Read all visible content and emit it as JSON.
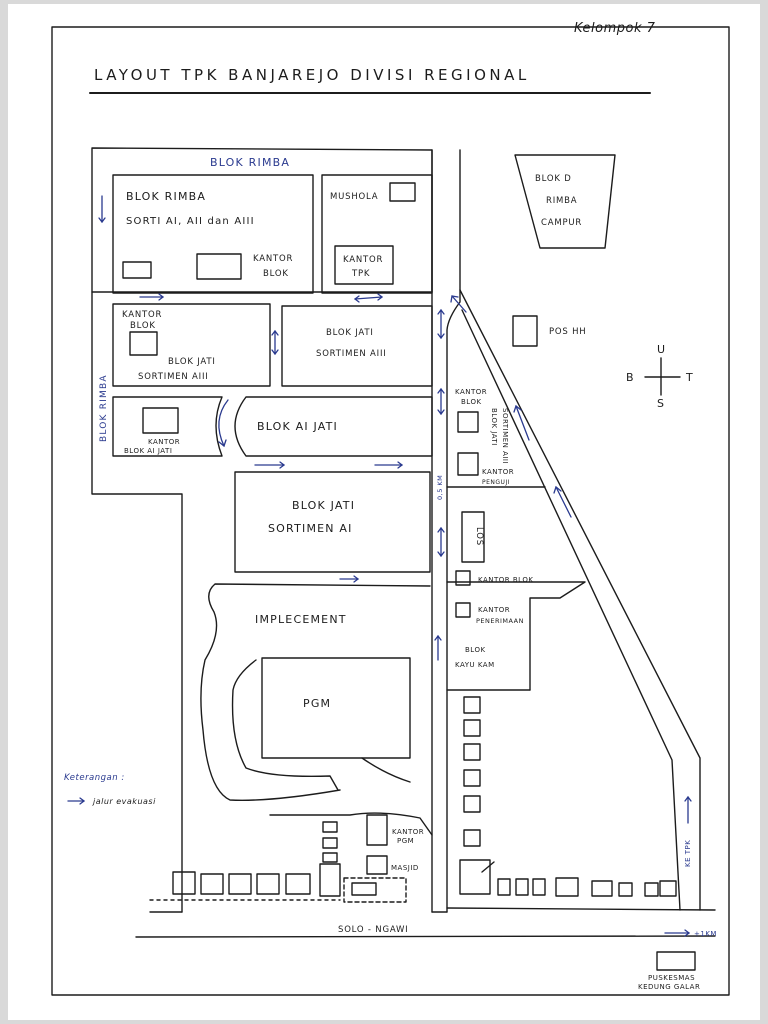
{
  "header": {
    "group": "Kelompok 7",
    "title": "LAYOUT TPK BANJAREJO DIVISI REGIONAL"
  },
  "labels": {
    "blok_rimba_top": "BLOK RIMBA",
    "blok_rimba_side": "BLOK RIMBA",
    "blok_rimba_sorti_1": "BLOK RIMBA",
    "blok_rimba_sorti_2": "SORTI AI, AII dan AIII",
    "kantor_blok_1": "KANTOR",
    "kantor_blok_2": "BLOK",
    "mushola": "MUSHOLA",
    "kantor_tpk_1": "KANTOR",
    "kantor_tpk_2": "TPK",
    "blok_d_1": "BLOK D",
    "blok_d_2": "RIMBA",
    "blok_d_3": "CAMPUR",
    "pos_hh": "POS HH",
    "kantor_blok_left_1": "KANTOR",
    "kantor_blok_left_2": "BLOK",
    "blok_jati_aiii_left_1": "BLOK JATI",
    "blok_jati_aiii_left_2": "SORTIMEN AIII",
    "blok_jati_aiii_right_1": "BLOK JATI",
    "blok_jati_aiii_right_2": "SORTIMEN AIII",
    "kantor_blok_ai_jati_1": "KANTOR",
    "kantor_blok_ai_jati_2": "BLOK AI JATI",
    "blok_ai_jati": "BLOK AI JATI",
    "blok_jati_ai_1": "BLOK JATI",
    "blok_jati_ai_2": "SORTIMEN AI",
    "kantor_blok_east_1": "KANTOR",
    "kantor_blok_east_2": "BLOK",
    "blok_jati_sortimen_aiii_v_1": "BLOK JATI",
    "blok_jati_sortimen_aiii_v_2": "SORTIMEN AIII",
    "kantor_penguji_1": "KANTOR",
    "kantor_penguji_2": "PENGUJI",
    "distance": "0,5 KM",
    "los": "LOS",
    "kantor_blok_mid": "KANTOR BLOK",
    "kantor_penerimaan_1": "KANTOR",
    "kantor_penerimaan_2": "PENERIMAAN",
    "blok_kayu_1": "BLOK",
    "blok_kayu_2": "KAYU KAM",
    "implecement": "IMPLECEMENT",
    "pgm": "PGM",
    "kantor_pgm_1": "KANTOR",
    "kantor_pgm_2": "PGM",
    "masjid": "MASJID",
    "road": "SOLO - NGAWI",
    "ke_tpk": "KE TPK",
    "distance_2": "+1KM",
    "puskesmas_1": "PUSKESMAS",
    "puskesmas_2": "KEDUNG GALAR"
  },
  "compass": {
    "north": "U",
    "south": "S",
    "east": "T",
    "west": "B"
  },
  "legend": {
    "title": "Keterangan :",
    "item": "jalur evakuasi"
  },
  "colors": {
    "ink": "#1c1c1c",
    "evacuation": "#2a3a8f",
    "paper": "#ffffff"
  }
}
